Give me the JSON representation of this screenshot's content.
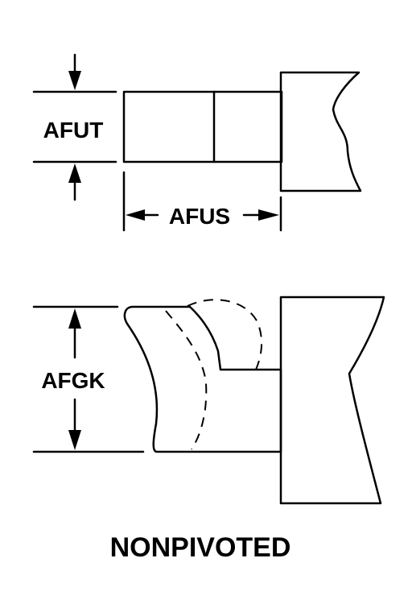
{
  "labels": {
    "top_height": "AFUT",
    "top_width": "AFUS",
    "bottom_height": "AFGK",
    "caption": "NONPIVOTED"
  }
}
